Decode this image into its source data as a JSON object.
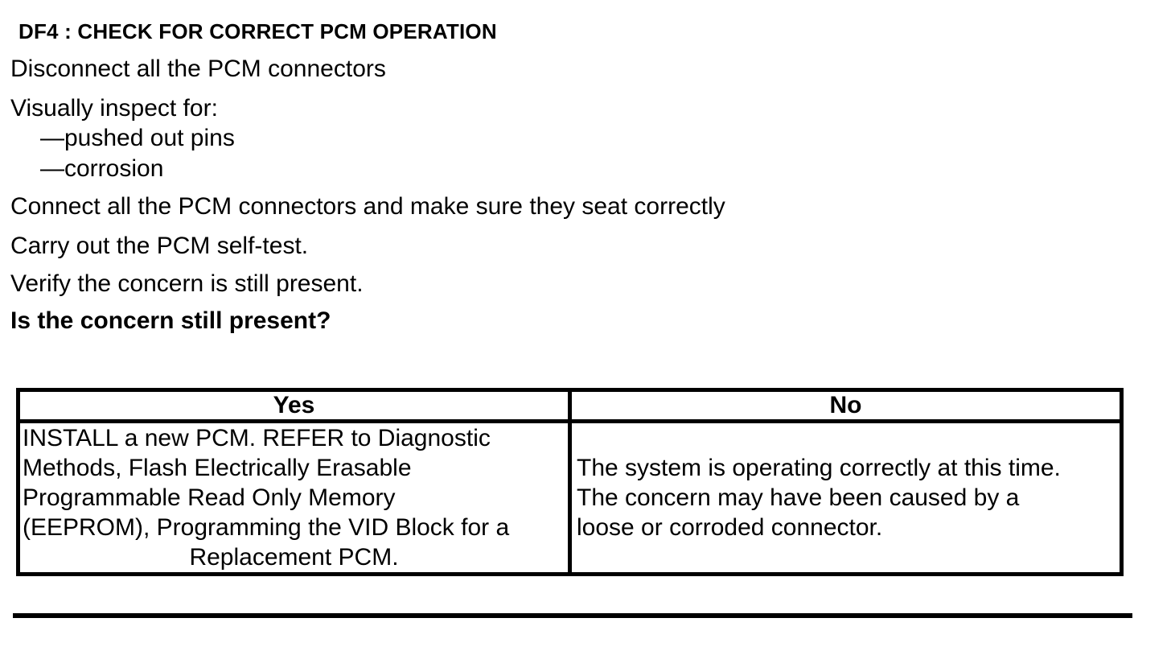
{
  "page": {
    "title": "DF4 : CHECK FOR CORRECT PCM OPERATION",
    "steps": {
      "step1": "Disconnect all the PCM connectors",
      "step2": "Visually inspect for:",
      "inspect_item1": "—pushed out pins",
      "inspect_item2": "—corrosion",
      "step3": "Connect all the PCM connectors and make sure they seat correctly",
      "step4": "Carry out the PCM self-test.",
      "step5": "Verify the concern is still present.",
      "question": "Is the concern still present?"
    }
  },
  "decision_table": {
    "yes_header": "Yes",
    "no_header": "No",
    "yes_lines": {
      "l1": "INSTALL a new PCM. REFER to Diagnostic",
      "l2": "Methods,  Flash Electrically Erasable",
      "l3": "Programmable Read Only Memory",
      "l4": "(EEPROM), Programming the VID Block for a",
      "l5": "Replacement PCM."
    },
    "no_lines": {
      "l1": "The system is operating correctly at this time.",
      "l2": "The concern may have been caused by a",
      "l3": "loose or corroded connector."
    }
  },
  "colors": {
    "text": "#000000",
    "background": "#ffffff",
    "border": "#000000"
  }
}
